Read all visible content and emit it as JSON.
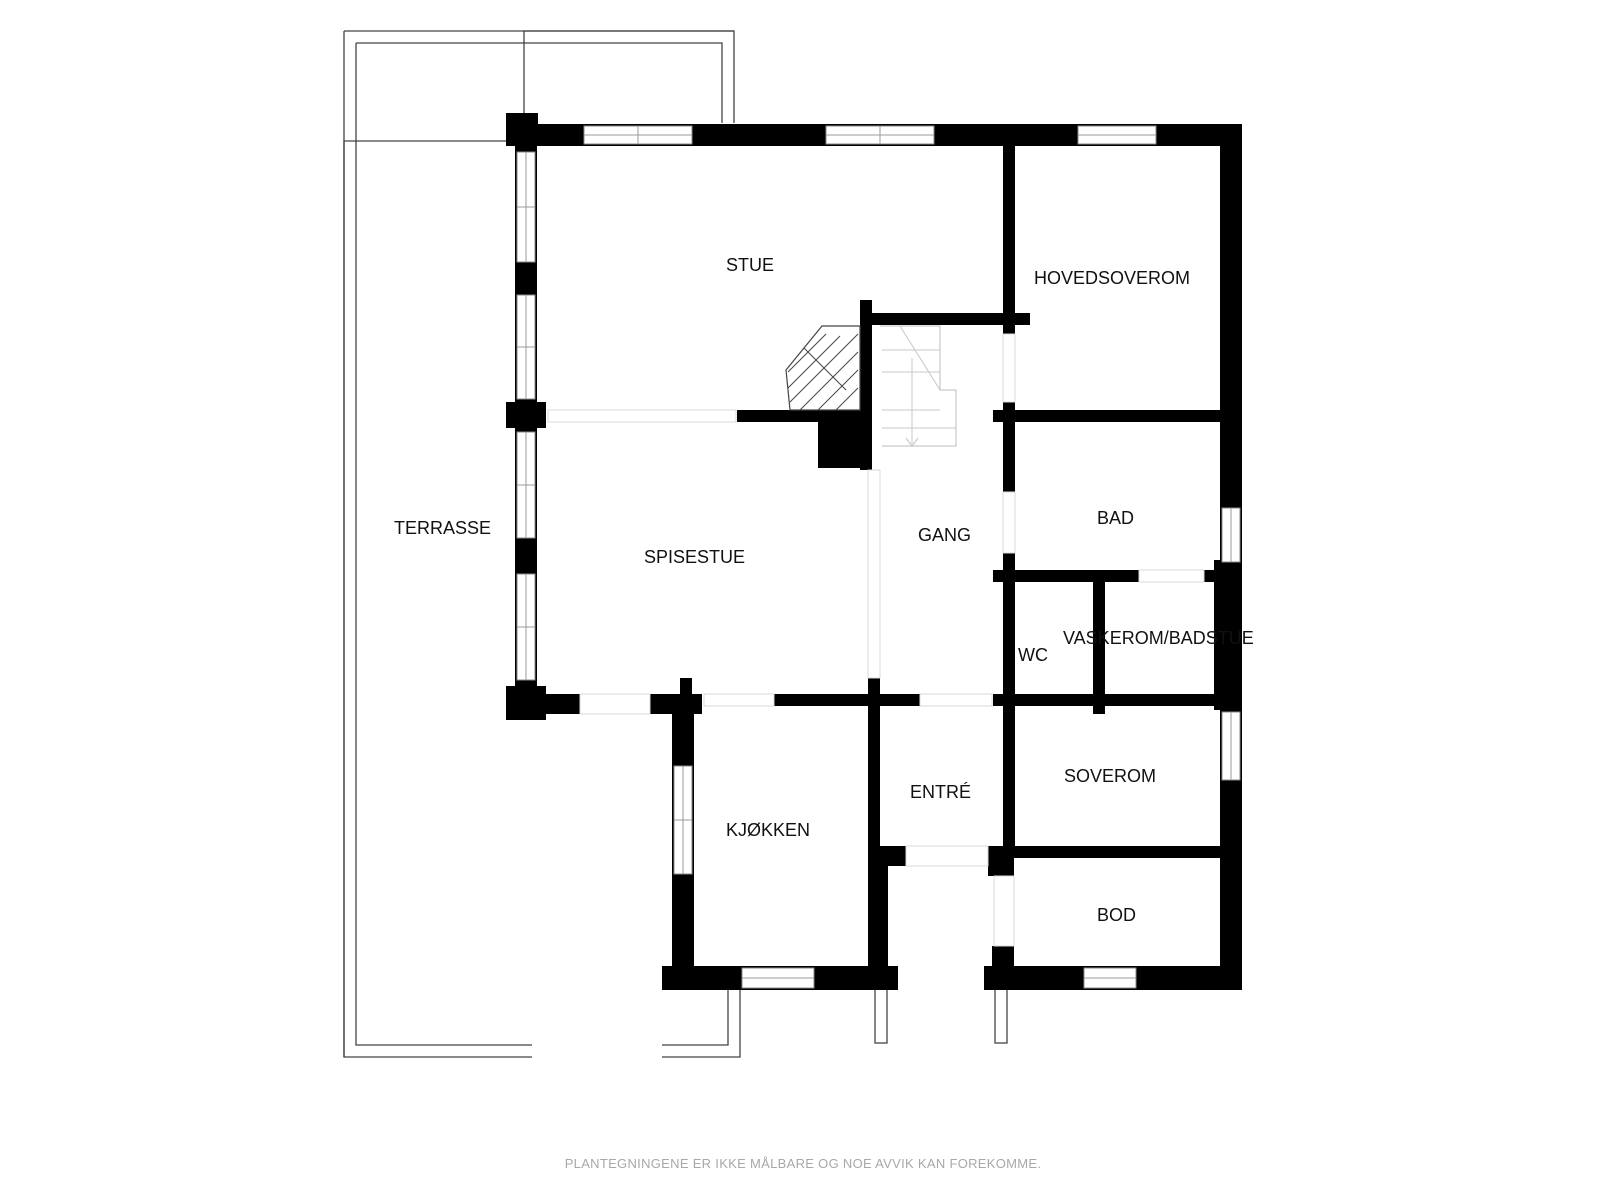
{
  "rooms": {
    "stue": "STUE",
    "hovedsoverom": "HOVEDSOVEROM",
    "terrasse": "TERRASSE",
    "spisestue": "SPISESTUE",
    "gang": "GANG",
    "bad": "BAD",
    "wc": "WC",
    "vaskerom": "VASKEROM/BADSTUE",
    "entre": "ENTRÉ",
    "soverom": "SOVEROM",
    "kjokken": "KJØKKEN",
    "bod": "BOD"
  },
  "disclaimer": "PLANTEGNINGENE ER IKKE MÅLBARE OG NOE AVVIK KAN FOREKOMME."
}
